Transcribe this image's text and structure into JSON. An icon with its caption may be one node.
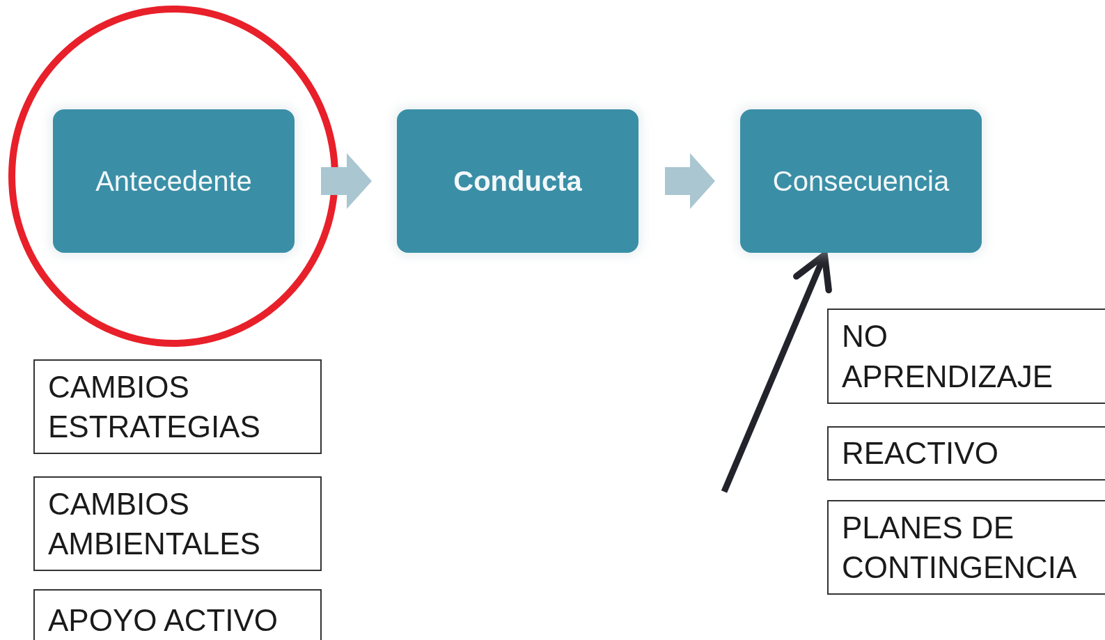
{
  "diagram": {
    "nodes": [
      {
        "text": [
          "Antecedente"
        ]
      },
      {
        "text": [
          "Conducta"
        ]
      },
      {
        "text": [
          "Consecuencia"
        ]
      },
      {
        "text": [
          "CAMBIOS ESTRATEGIAS"
        ]
      },
      {
        "text": [
          "CAMBIOS AMBIENTALES"
        ]
      },
      {
        "text": [
          "APOYO ACTIVO"
        ]
      },
      {
        "text": [
          "NO APRENDIZAJE"
        ]
      },
      {
        "text": [
          "REACTIVO"
        ]
      },
      {
        "text": [
          "PLANES DE CONTINGENCIA"
        ]
      }
    ],
    "edges": [
      {
        "from": 0,
        "to": 1,
        "arrow": "to",
        "style": "thick"
      },
      {
        "from": 1,
        "to": 2,
        "arrow": "to",
        "style": "thick"
      },
      {
        "from": null,
        "to": 2,
        "arrow": "to",
        "color": "#23232b"
      }
    ]
  }
}
